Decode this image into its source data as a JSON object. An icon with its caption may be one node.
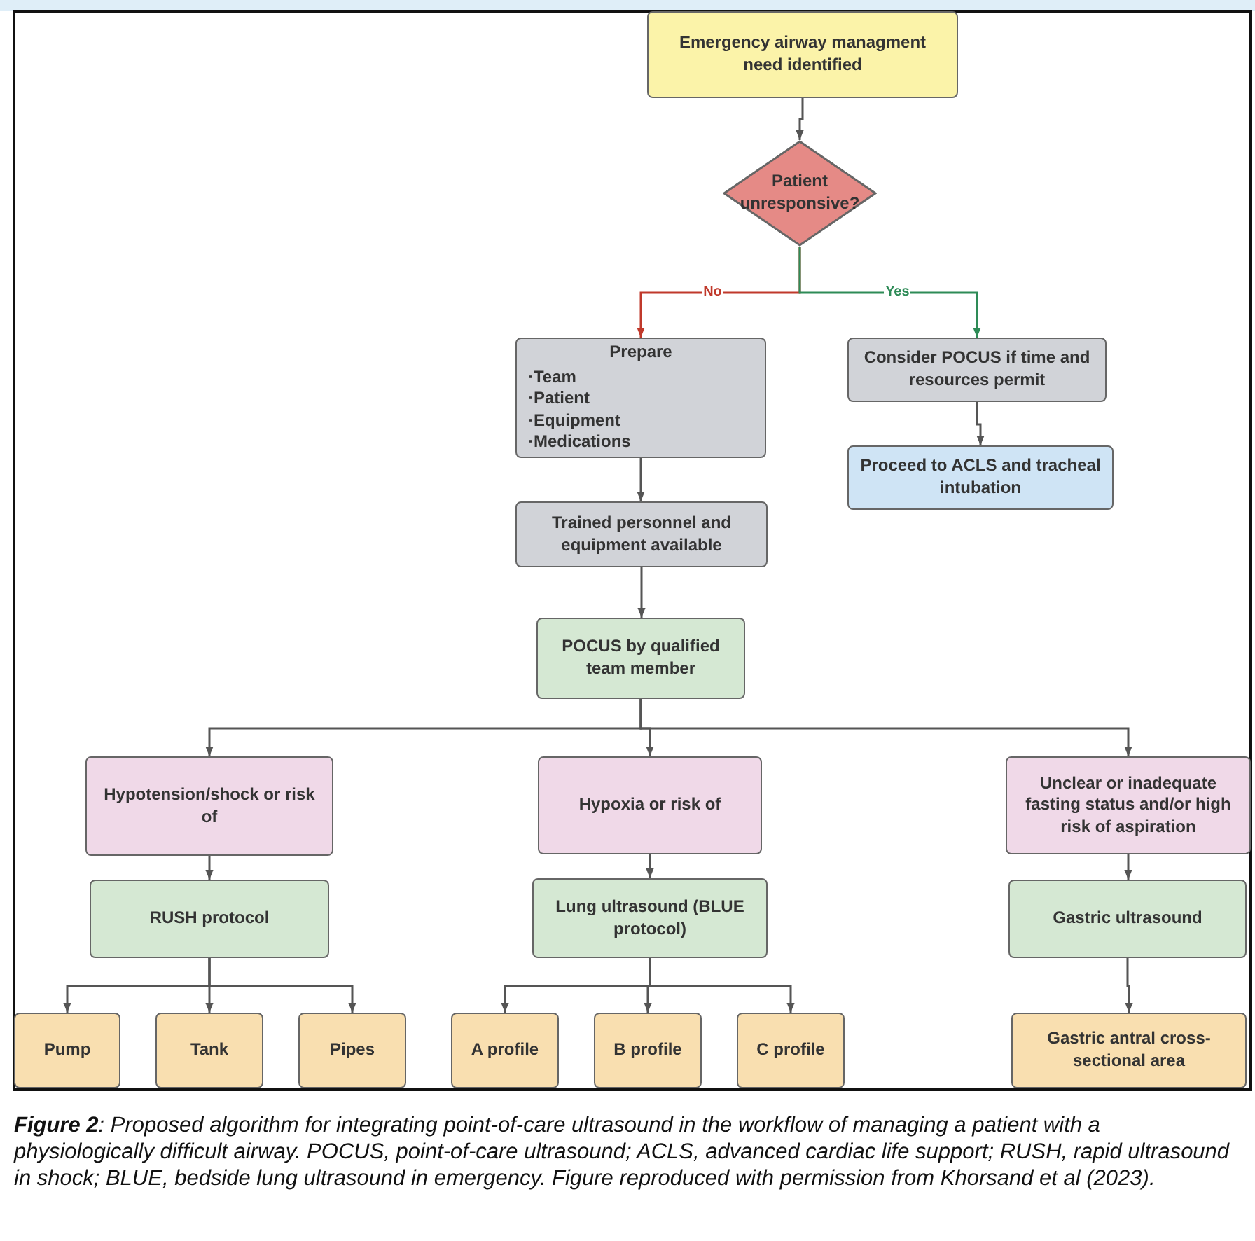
{
  "diagram": {
    "caption": "**Figure 2**: Proposed algorithm for integrating point-of-care ultrasound in the workflow of managing a patient with a physiologically difficult airway. POCUS, point-of-care ultrasound; ACLS, advanced cardiac life support; RUSH, rapid ultrasound in shock; BLUE, bedside lung ultrasound in emergency.  Figure reproduced with permission from Khorsand et al (2023).",
    "nodes": [
      {
        "text": [
          "Emergency airway managment need identified"
        ]
      },
      {
        "text": [
          "Patient unresponsive?"
        ]
      },
      {
        "text": [
          "Prepare",
          "·Team",
          "·Patient",
          "·Equipment",
          "·Medications"
        ]
      },
      {
        "text": [
          "Consider POCUS if time and resources permit"
        ]
      },
      {
        "text": [
          "Proceed to ACLS and tracheal intubation"
        ]
      },
      {
        "text": [
          "Trained personnel and equipment available"
        ]
      },
      {
        "text": [
          "POCUS by qualified team member"
        ]
      },
      {
        "text": [
          "Hypotension/shock or risk of"
        ]
      },
      {
        "text": [
          "Hypoxia or risk of"
        ]
      },
      {
        "text": [
          "Unclear or inadequate fasting status and/or high risk of aspiration"
        ]
      },
      {
        "text": [
          "RUSH protocol"
        ]
      },
      {
        "text": [
          "Lung ultrasound (BLUE protocol)"
        ]
      },
      {
        "text": [
          "Gastric ultrasound"
        ]
      },
      {
        "text": [
          "Pump"
        ]
      },
      {
        "text": [
          "Tank"
        ]
      },
      {
        "text": [
          "Pipes"
        ]
      },
      {
        "text": [
          "A profile"
        ]
      },
      {
        "text": [
          "B profile"
        ]
      },
      {
        "text": [
          "C profile"
        ]
      },
      {
        "text": [
          "Gastric antral cross-sectional area"
        ]
      }
    ],
    "edges": [
      {
        "from": 0,
        "to": 1,
        "arrow": "to"
      },
      {
        "from": 1,
        "to": 2,
        "arrow": "to",
        "label": "No",
        "color": "#c0392b"
      },
      {
        "from": 1,
        "to": 3,
        "arrow": "to",
        "label": "Yes",
        "color": "#2e8b57"
      },
      {
        "from": 3,
        "to": 4,
        "arrow": "to"
      },
      {
        "from": 2,
        "to": 5,
        "arrow": "to"
      },
      {
        "from": 5,
        "to": 6,
        "arrow": "to"
      },
      {
        "from": 6,
        "to": 7,
        "arrow": "to"
      },
      {
        "from": 6,
        "to": 8,
        "arrow": "to"
      },
      {
        "from": 6,
        "to": 9,
        "arrow": "to"
      },
      {
        "from": 7,
        "to": 10,
        "arrow": "to"
      },
      {
        "from": 8,
        "to": 11,
        "arrow": "to"
      },
      {
        "from": 9,
        "to": 12,
        "arrow": "to"
      },
      {
        "from": 10,
        "to": 13,
        "arrow": "to"
      },
      {
        "from": 10,
        "to": 14,
        "arrow": "to"
      },
      {
        "from": 10,
        "to": 15,
        "arrow": "to"
      },
      {
        "from": 11,
        "to": 16,
        "arrow": "to"
      },
      {
        "from": 11,
        "to": 17,
        "arrow": "to"
      },
      {
        "from": 11,
        "to": 18,
        "arrow": "to"
      },
      {
        "from": 12,
        "to": 19,
        "arrow": "to"
      }
    ]
  }
}
